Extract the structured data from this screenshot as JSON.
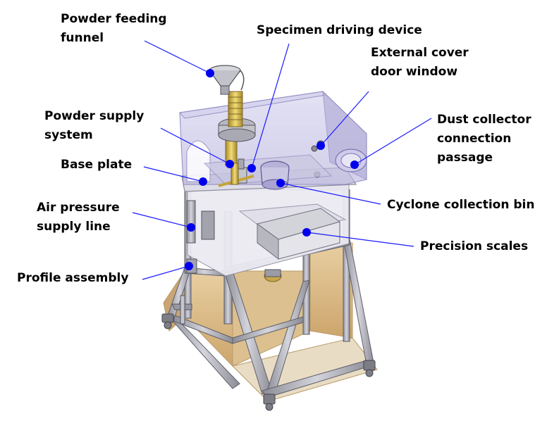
{
  "labels": {
    "powder_feeding_funnel": [
      "Powder feeding",
      "funnel"
    ],
    "specimen_driving_device": [
      "Specimen driving device"
    ],
    "external_cover_door_window": [
      "External cover",
      "door window"
    ],
    "powder_supply_system": [
      "Powder supply",
      "system"
    ],
    "dust_collector_connection_passage": [
      "Dust collector",
      "connection",
      "passage"
    ],
    "base_plate": [
      "Base plate"
    ],
    "cyclone_collection_bin": [
      "Cyclone collection bin"
    ],
    "air_pressure_supply_line": [
      "Air pressure",
      "supply line"
    ],
    "precision_scales": [
      "Precision scales"
    ],
    "profile_assembly": [
      "Profile assembly"
    ]
  },
  "colors": {
    "leader_line": "#1a1aff",
    "marker_dot": "#0000ee",
    "cover_fill": "#c9c6e6",
    "cover_edge": "#9d98c8",
    "profile_aluminium": "#a8a8b0",
    "profile_dark": "#6e6e78",
    "frame_panel": "#d9b784",
    "frame_panel_edge": "#b89a6a",
    "brass": "#d4b84a",
    "scale_body": "#d7d7dc"
  }
}
